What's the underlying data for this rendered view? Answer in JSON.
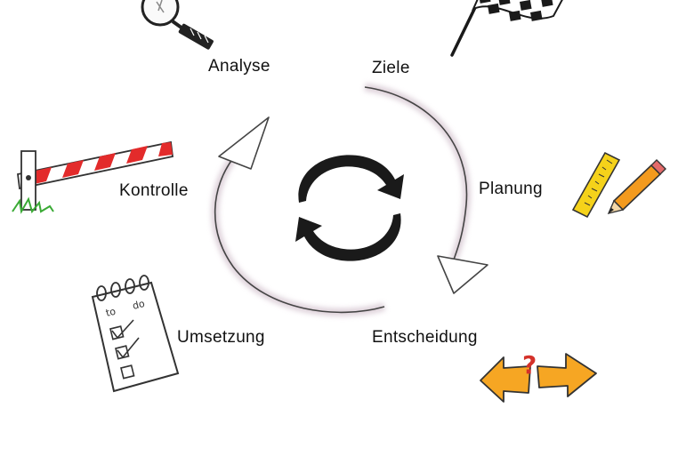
{
  "cycle": {
    "steps": {
      "analyse": "Analyse",
      "ziele": "Ziele",
      "planung": "Planung",
      "entscheidung": "Entscheidung",
      "umsetzung": "Umsetzung",
      "kontrolle": "Kontrolle"
    }
  },
  "icons": {
    "magnifier": "magnifier-icon",
    "flag": "checkered-flag-icon",
    "ruler_pencil": "ruler-pencil-icon",
    "direction_arrows": "direction-arrows-icon",
    "checklist": "todo-checklist-icon",
    "barrier": "barrier-icon",
    "refresh": "refresh-icon"
  },
  "checklist_text": {
    "to": "to",
    "do": "do"
  },
  "question_mark": "?",
  "colors": {
    "outline": "#222222",
    "arrow_fill": "#f6a623",
    "barrier_red": "#e32b2b",
    "ruler_yellow": "#f5d21a",
    "pencil_orange": "#f39a1e",
    "grass_green": "#3aaa35",
    "question_red": "#d4312a",
    "shadow": "#d7c7d2"
  }
}
